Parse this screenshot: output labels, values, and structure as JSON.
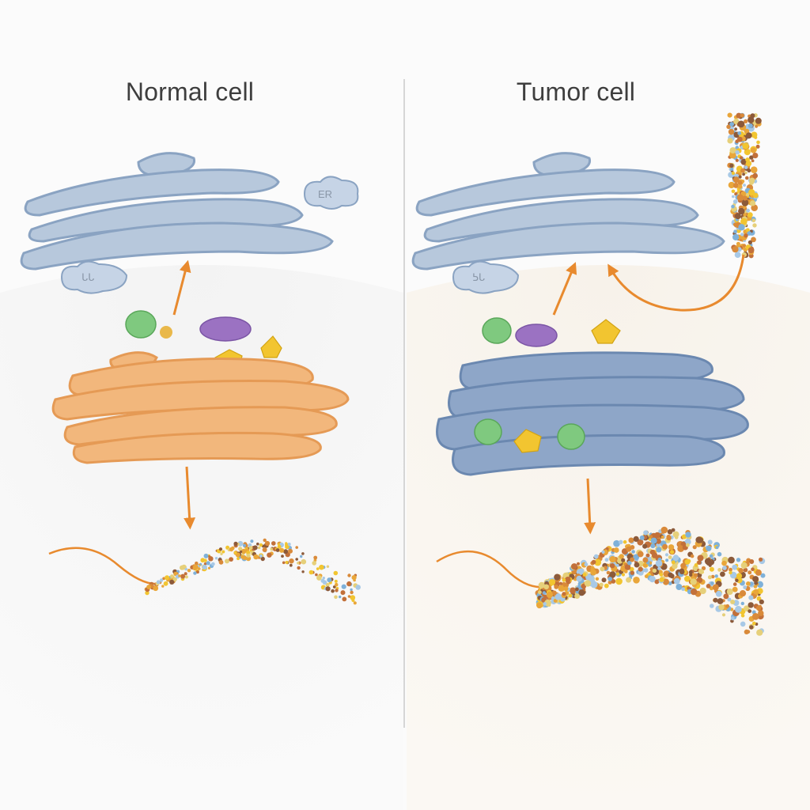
{
  "panels": {
    "left": {
      "title": "Normal cell"
    },
    "right": {
      "title": "Tumor cell"
    }
  },
  "labels": {
    "er": "ER",
    "small_cloud_left": "ᒐᒐ",
    "small_cloud_right": "ᕊᒐ"
  },
  "colors": {
    "er_fill": "#b7c8dc",
    "er_stroke": "#8aa3c2",
    "golgi_normal": "#f2b77c",
    "golgi_normal_stroke": "#e59a55",
    "golgi_tumor": "#8ea6c8",
    "golgi_tumor_stroke": "#6b88b0",
    "arrow": "#e88a2e",
    "vesicle_green": "#7fc97f",
    "vesicle_purple": "#9b72c2",
    "vesicle_yellow": "#f2c530",
    "divider": "#c9c9c9"
  }
}
